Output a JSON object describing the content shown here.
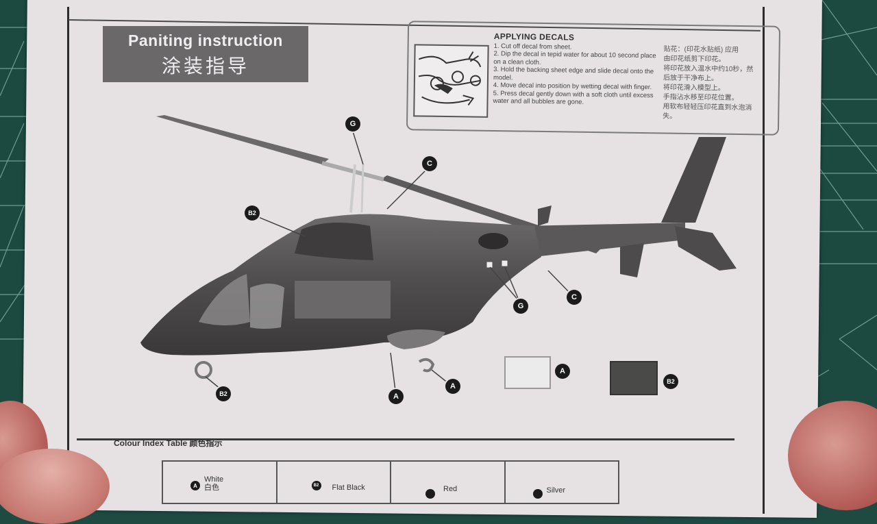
{
  "header": {
    "title_en": "Paniting instruction",
    "title_zh": "涂装指导"
  },
  "decals": {
    "heading": "APPLYING DECALS",
    "steps": [
      "1. Cut off decal from sheet.",
      "2. Dip the decal in tepid water for about 10 second place on a clean cloth.",
      "3. Hold the backing sheet edge and slide decal onto the model.",
      "4. Move decal into position by wetting decal with finger.",
      "5. Press decal gently down with a soft cloth until excess water and all bubbles are gone."
    ],
    "zh_lines": [
      "贴花：(印花水贴纸) 应用",
      "由印花纸剪下印花。",
      "将印花放入温水中约10秒，然",
      "后放于干净布上。",
      "将印花滑入模型上。",
      "手指沾水移至印花位置。",
      "用软布轻轻压印花直到水泡消",
      "失。"
    ]
  },
  "diagram": {
    "callouts": [
      {
        "id": "callout-g-top",
        "label": "G"
      },
      {
        "id": "callout-c-top",
        "label": "C"
      },
      {
        "id": "callout-b2-canopy",
        "label": "B2"
      },
      {
        "id": "callout-g-side",
        "label": "G"
      },
      {
        "id": "callout-c-side",
        "label": "C"
      },
      {
        "id": "callout-b2-wheel",
        "label": "B2"
      },
      {
        "id": "callout-a-gear",
        "label": "A"
      },
      {
        "id": "callout-a-wheel",
        "label": "A"
      }
    ],
    "swatches": [
      {
        "label": "A",
        "color": "#ecebec"
      },
      {
        "label": "B2",
        "color": "#4a4a48"
      }
    ]
  },
  "colour_index": {
    "title": "Colour Index Table 颜色指示",
    "entries": [
      {
        "code": "A",
        "name": "White",
        "name_zh": "白色"
      },
      {
        "code": "B2",
        "name": "Flat Black",
        "name_zh": ""
      },
      {
        "code": "",
        "name": "Red",
        "name_zh": ""
      },
      {
        "code": "",
        "name": "Silver",
        "name_zh": ""
      }
    ]
  },
  "colors": {
    "mat_green": "#1d4a40",
    "mat_lines": "#7fb3a8",
    "paper": "#e6e2e4",
    "title_box": "#6a6869",
    "callout": "#1b1b1b"
  }
}
